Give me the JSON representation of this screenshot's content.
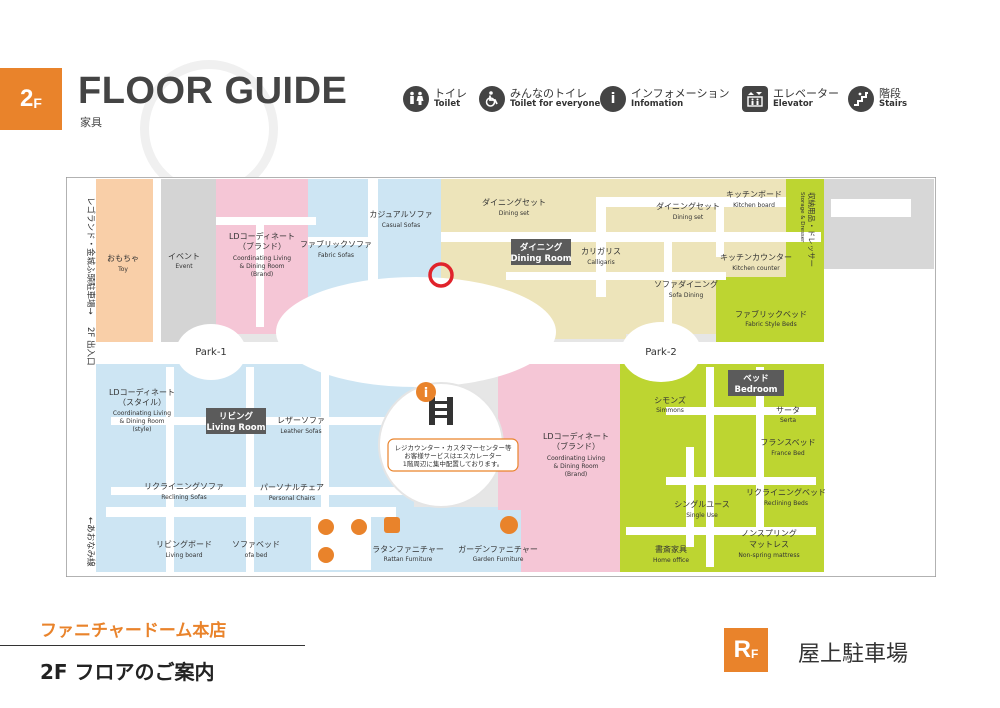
{
  "header": {
    "floor_num": "2",
    "floor_suffix": "F",
    "title": "FLOOR GUIDE",
    "subtitle": "家具"
  },
  "legend": [
    {
      "icon": "toilet-icon",
      "ja": "トイレ",
      "en": "Toilet"
    },
    {
      "icon": "accessible-toilet-icon",
      "ja": "みんなのトイレ",
      "en": "Toilet for everyone"
    },
    {
      "icon": "information-icon",
      "ja": "インフォメーション",
      "en": "Infomation"
    },
    {
      "icon": "elevator-icon",
      "ja": "エレベーター",
      "en": "Elevator"
    },
    {
      "icon": "stairs-icon",
      "ja": "階段",
      "en": "Stairs"
    }
  ],
  "colors": {
    "accent": "#e9832b",
    "living": "#cde5f3",
    "dining": "#ede4ba",
    "bed": "#bdd531",
    "brand": "#f5c6d6",
    "toy": "#f9cfa8",
    "event": "#d4d4d4",
    "highlight_ring": "#e0232b"
  },
  "map": {
    "side_left_top": "レゴランド・金城ふ頭駐車場→",
    "side_left_entrance": "2F 出入口",
    "side_left_bottom": "←あおなみ線",
    "side_right": "収納用品・ドレッサー",
    "side_right_en": "Storage & Dresser",
    "park1": "Park-1",
    "park2": "Park-2",
    "section_dining": {
      "ja": "ダイニング",
      "en": "Dining Room"
    },
    "section_living": {
      "ja": "リビング",
      "en": "Living Room"
    },
    "section_bed": {
      "ja": "ベッド",
      "en": "Bedroom"
    },
    "notice_lines": [
      "レジカウンター・カスタマーセンター等",
      "お客様サービスはエスカレーター",
      "1階周辺に集中配置しております。"
    ],
    "areas": [
      {
        "ja": "おもちゃ",
        "en": "Toy"
      },
      {
        "ja": "イベント",
        "en": "Event"
      },
      {
        "ja": "LDコーディネート",
        "ja2": "（ブランド）",
        "en": "Coordinating Living",
        "en2": "& Dining Room",
        "en3": "(Brand)"
      },
      {
        "ja": "ファブリックソファ",
        "en": "Fabric Sofas"
      },
      {
        "ja": "カジュアルソファ",
        "en": "Casual Sofas"
      },
      {
        "ja": "ダイニングセット",
        "en": "Dining set"
      },
      {
        "ja": "カリガリス",
        "en": "Calligaris"
      },
      {
        "ja": "ダイニングセット",
        "en": "Dining set"
      },
      {
        "ja": "キッチンボード",
        "en": "Kitchen board"
      },
      {
        "ja": "キッチンカウンター",
        "en": "Kitchen counter"
      },
      {
        "ja": "ソファダイニング",
        "en": "Sofa Dining"
      },
      {
        "ja": "ファブリックベッド",
        "en": "Fabric Style Beds"
      },
      {
        "ja": "LDコーディネート",
        "ja2": "（スタイル）",
        "en": "Coordinating Living",
        "en2": "& Dining Room",
        "en3": "(style)"
      },
      {
        "ja": "レザーソファ",
        "en": "Leather Sofas"
      },
      {
        "ja": "リクライニングソファ",
        "en": "Reclining Sofas"
      },
      {
        "ja": "パーソナルチェア",
        "en": "Personal Chairs"
      },
      {
        "ja": "リビングボード",
        "en": "Living board"
      },
      {
        "ja": "ソファベッド",
        "en": "ofa bed"
      },
      {
        "ja": "ラタンファニチャー",
        "en": "Rattan Furniture"
      },
      {
        "ja": "ガーデンファニチャー",
        "en": "Garden Furniture"
      },
      {
        "ja": "LDコーディネート",
        "ja2": "（ブランド）",
        "en": "Coordinating Living",
        "en2": "& Dining Room",
        "en3": "(Brand)"
      },
      {
        "ja": "シモンズ",
        "en": "Simmons"
      },
      {
        "ja": "サータ",
        "en": "Serta"
      },
      {
        "ja": "フランスベッド",
        "en": "France Bed"
      },
      {
        "ja": "シングルユース",
        "en": "Single Use"
      },
      {
        "ja": "リクライニングベッド",
        "en": "Reclining Beds"
      },
      {
        "ja": "ノンスプリング",
        "ja2": "マットレス",
        "en": "Non-spring mattress"
      },
      {
        "ja": "書斎家具",
        "en": "Home office"
      }
    ]
  },
  "footer": {
    "store_name": "ファニチャードーム本店",
    "floor_caption": "2F フロアのご案内",
    "rf_main": "R",
    "rf_suffix": "F",
    "rf_label": "屋上駐車場"
  }
}
